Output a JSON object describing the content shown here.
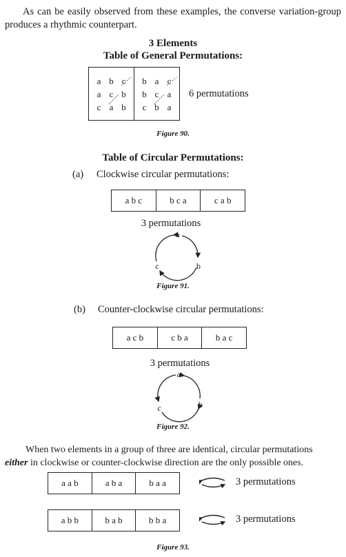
{
  "intro_text": "As can be easily observed from these examples, the converse variation-group produces a rhythmic counterpart.",
  "section_title": "3 Elements",
  "general_table_title": "Table of General Permutations:",
  "general_grid_left": [
    "a",
    "b",
    "c",
    "a",
    "c",
    "b",
    "c",
    "a",
    "b"
  ],
  "general_grid_right": [
    "b",
    "a",
    "c",
    "b",
    "c",
    "a",
    "c",
    "b",
    "a"
  ],
  "general_count": "6 permutations",
  "fig90": "Figure 90.",
  "circular_table_title": "Table of Circular Permutations:",
  "clockwise_label": "(a)",
  "clockwise_text": "Clockwise circular permutations:",
  "clockwise_cells": [
    "a b c",
    "b c a",
    "c a b"
  ],
  "clockwise_count": "3 permutations",
  "fig91": "Figure 91.",
  "counter_label": "(b)",
  "counter_text": "Counter-clockwise circular permutations:",
  "counter_cells": [
    "a c b",
    "c b a",
    "b a c"
  ],
  "counter_count": "3 permutations",
  "fig92": "Figure 92.",
  "circle_letters": {
    "top": "a",
    "right": "b",
    "left": "c"
  },
  "identical_text_1": "When two elements in a group of three are identical, circular permutations",
  "identical_text_2_em": "either",
  "identical_text_2_rest": " in clockwise or counter-clockwise direction are the only possible ones.",
  "row1_cells": [
    "a a b",
    "a b a",
    "b a a"
  ],
  "row1_count": "3 permutations",
  "row2_cells": [
    "a b b",
    "b a b",
    "b b a"
  ],
  "row2_count": "3 permutations",
  "fig93": "Figure 93."
}
